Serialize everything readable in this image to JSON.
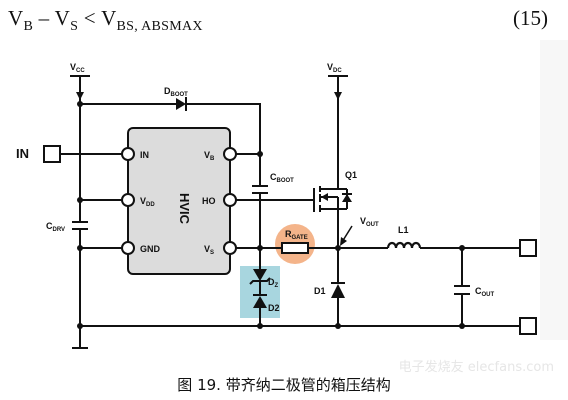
{
  "equation": {
    "vb": "V",
    "vb_sub": "B",
    "minus": " – ",
    "vs": "V",
    "vs_sub": "S",
    "lt": " < ",
    "vbs": "V",
    "vbs_sub": "BS, ABSMAX",
    "number": "(15)"
  },
  "labels": {
    "vcc_main": "V",
    "vcc_sub": "CC",
    "vdc_main": "V",
    "vdc_sub": "DC",
    "dboot_main": "D",
    "dboot_sub": "BOOT",
    "in_terminal": "IN",
    "hvic": "HVIC",
    "pin_in": "IN",
    "pin_vdd_main": "V",
    "pin_vdd_sub": "DD",
    "pin_gnd": "GND",
    "pin_vb_main": "V",
    "pin_vb_sub": "B",
    "pin_ho": "HO",
    "pin_vs_main": "V",
    "pin_vs_sub": "S",
    "cboot_main": "C",
    "cboot_sub": "BOOT",
    "cdrv_main": "C",
    "cdrv_sub": "DRV",
    "q1": "Q1",
    "vout_main": "V",
    "vout_sub": "OUT",
    "rgate_main": "R",
    "rgate_sub": "GATE",
    "l1": "L1",
    "dz_main": "D",
    "dz_sub": "Z",
    "d2": "D2",
    "d1": "D1",
    "cout_main": "C",
    "cout_sub": "OUT"
  },
  "caption": "图 19. 带齐纳二极管的箱压结构",
  "watermark": "电子发烧友 elecfans.com",
  "colors": {
    "ic_fill": "#dcdcdc",
    "rgate_highlight": "#f4b48a",
    "zener_highlight": "#a8d6df"
  }
}
